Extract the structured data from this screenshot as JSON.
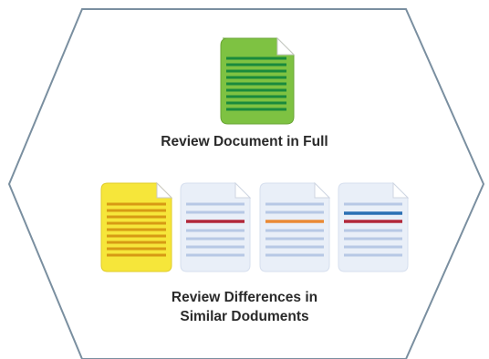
{
  "captions": {
    "full_review": "Review Document in Full",
    "differences_line1": "Review Differences in",
    "differences_line2": "Similar Doduments"
  },
  "icons": {
    "top_document": "document-full-icon",
    "row_documents": [
      "document-highlighted-icon",
      "document-diff-icon",
      "document-diff-icon",
      "document-diff-icon"
    ]
  },
  "colors": {
    "hexagon_stroke": "#7a8fa0",
    "green_fill": "#7ec242",
    "green_line": "#1a8a3c",
    "yellow_fill": "#f6e63a",
    "yellow_line": "#d79a14",
    "pale_fill": "#e9eff8",
    "pale_line": "#b7c8e5",
    "red_line": "#b2283a",
    "orange_line": "#ea8a35",
    "blue_line": "#2a6fb3"
  }
}
